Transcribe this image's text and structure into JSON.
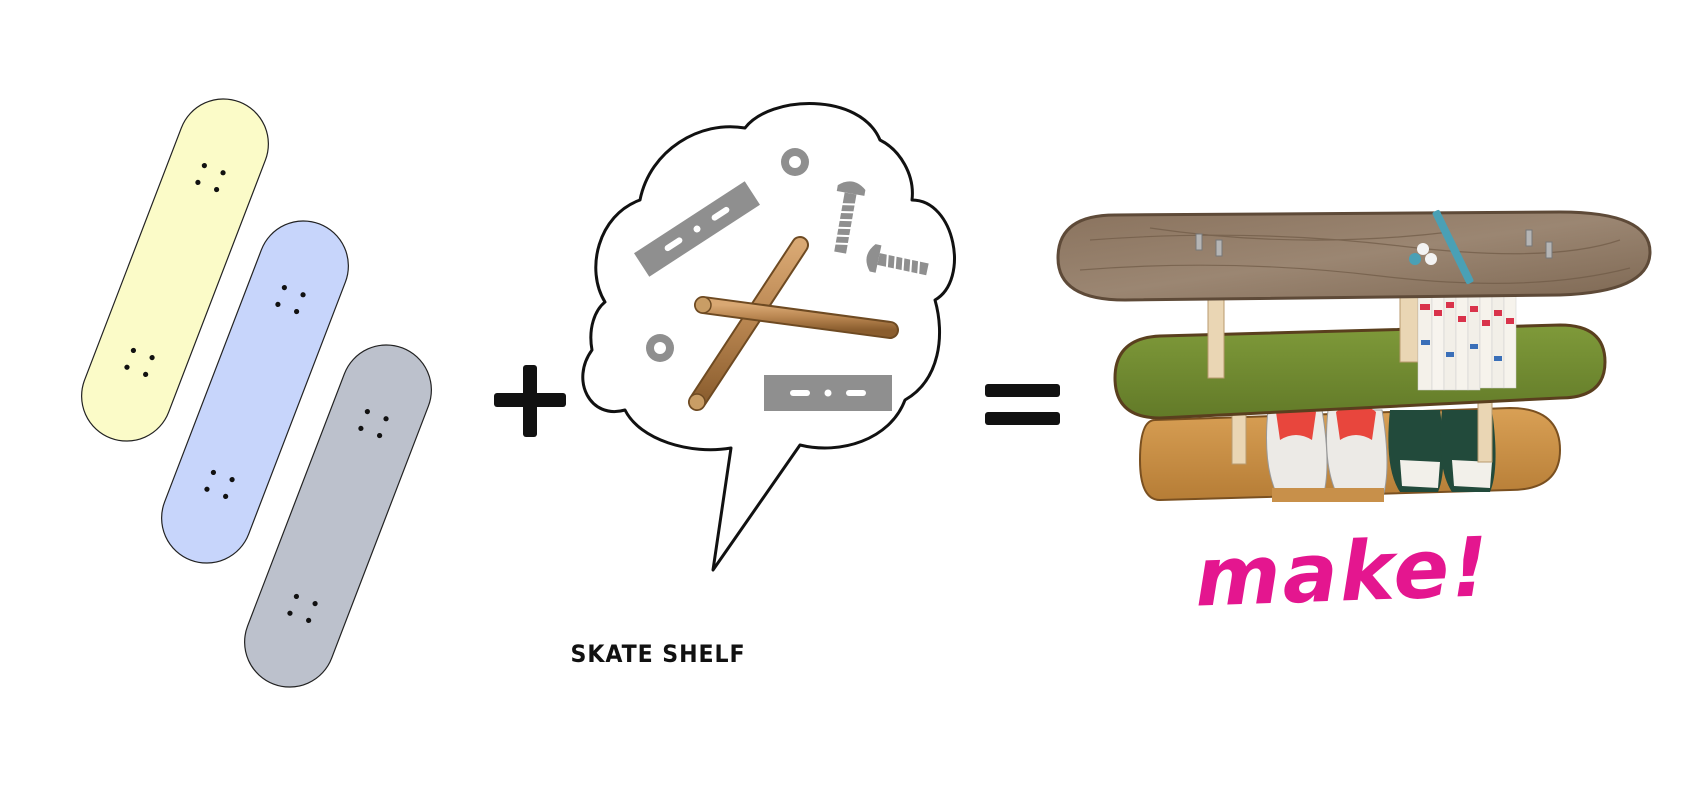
{
  "caption": "SKATE SHELF",
  "make_label": "make!",
  "operators": {
    "plus": "+",
    "equals": "="
  },
  "icons": {
    "boards": "skateboard-deck-icon",
    "hardware": "hardware-parts-icon",
    "result": "skate-shelf-illustration"
  },
  "colors": {
    "deck_yellow": "#fbfbc8",
    "deck_blue": "#c7d5fb",
    "deck_gray": "#bcc1cc",
    "hardware_gray": "#8f8f8f",
    "dowel": "#b88550",
    "make_pink": "#e4168f"
  }
}
